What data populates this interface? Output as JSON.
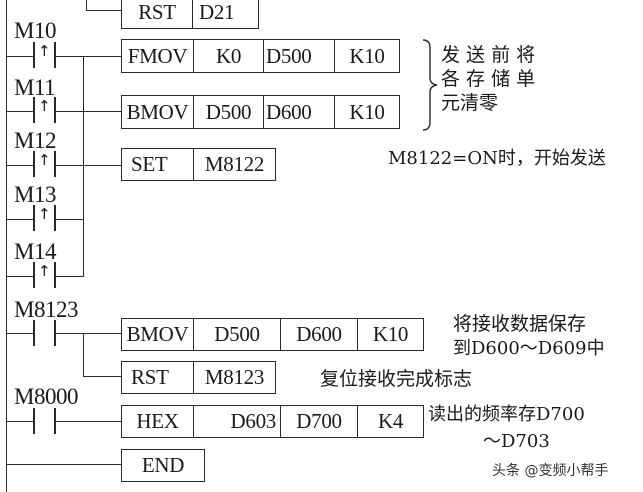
{
  "diagram": {
    "type": "ladder-logic",
    "rungs": [
      {
        "contacts": [],
        "instructions": [
          {
            "op": "RST",
            "operands": [
              "D21"
            ]
          }
        ]
      },
      {
        "contacts": [
          {
            "label": "M10",
            "kind": "rising-edge"
          },
          {
            "label": "M11",
            "kind": "rising-edge"
          }
        ],
        "instructions": [
          {
            "op": "FMOV",
            "operands": [
              "K0",
              "D500",
              "K10"
            ]
          },
          {
            "op": "BMOV",
            "operands": [
              "D500",
              "D600",
              "K10"
            ]
          }
        ]
      },
      {
        "contacts": [
          {
            "label": "M12",
            "kind": "rising-edge"
          },
          {
            "label": "M13",
            "kind": "rising-edge"
          },
          {
            "label": "M14",
            "kind": "rising-edge"
          }
        ],
        "instructions": [
          {
            "op": "SET",
            "operands": [
              "M8122"
            ]
          }
        ]
      },
      {
        "contacts": [
          {
            "label": "M8123",
            "kind": "normally-open"
          }
        ],
        "instructions": [
          {
            "op": "BMOV",
            "operands": [
              "D500",
              "D600",
              "K10"
            ]
          },
          {
            "op": "RST",
            "operands": [
              "M8123"
            ]
          }
        ]
      },
      {
        "contacts": [
          {
            "label": "M8000",
            "kind": "normally-open"
          }
        ],
        "instructions": [
          {
            "op": "HEX",
            "operands": [
              "D603",
              "D700",
              "K4"
            ]
          }
        ]
      },
      {
        "contacts": [],
        "instructions": [
          {
            "op": "END",
            "operands": []
          }
        ]
      }
    ]
  },
  "contacts": {
    "m10": "M10",
    "m11": "M11",
    "m12": "M12",
    "m13": "M13",
    "m14": "M14",
    "m8123": "M8123",
    "m8000": "M8000",
    "edge_symbol": "↑"
  },
  "boxes": {
    "rst_d21": [
      "RST",
      "D21"
    ],
    "fmov": [
      "FMOV",
      "K0",
      "D500",
      "K10"
    ],
    "bmov1": [
      "BMOV",
      "D500",
      "D600",
      "K10"
    ],
    "set": [
      "SET",
      "M8122"
    ],
    "bmov2": [
      "BMOV",
      "D500",
      "D600",
      "K10"
    ],
    "rst_m8123": [
      "RST",
      "M8123"
    ],
    "hex": [
      "HEX",
      "D603",
      "D700",
      "K4"
    ],
    "end": [
      "END"
    ]
  },
  "notes": {
    "clear_line1": "发 送 前 将",
    "clear_line2": "各 存 储 单",
    "clear_line3": "元清零",
    "start_send": "M8122=ON时，开始发送",
    "save_line1": "将接收数据保存",
    "save_line2": "到D600～D609中",
    "reset_flag": "复位接收完成标志",
    "read_line1": "读出的频率存D700",
    "read_line2": "～D703"
  },
  "watermark": "头条 @变频小帮手"
}
